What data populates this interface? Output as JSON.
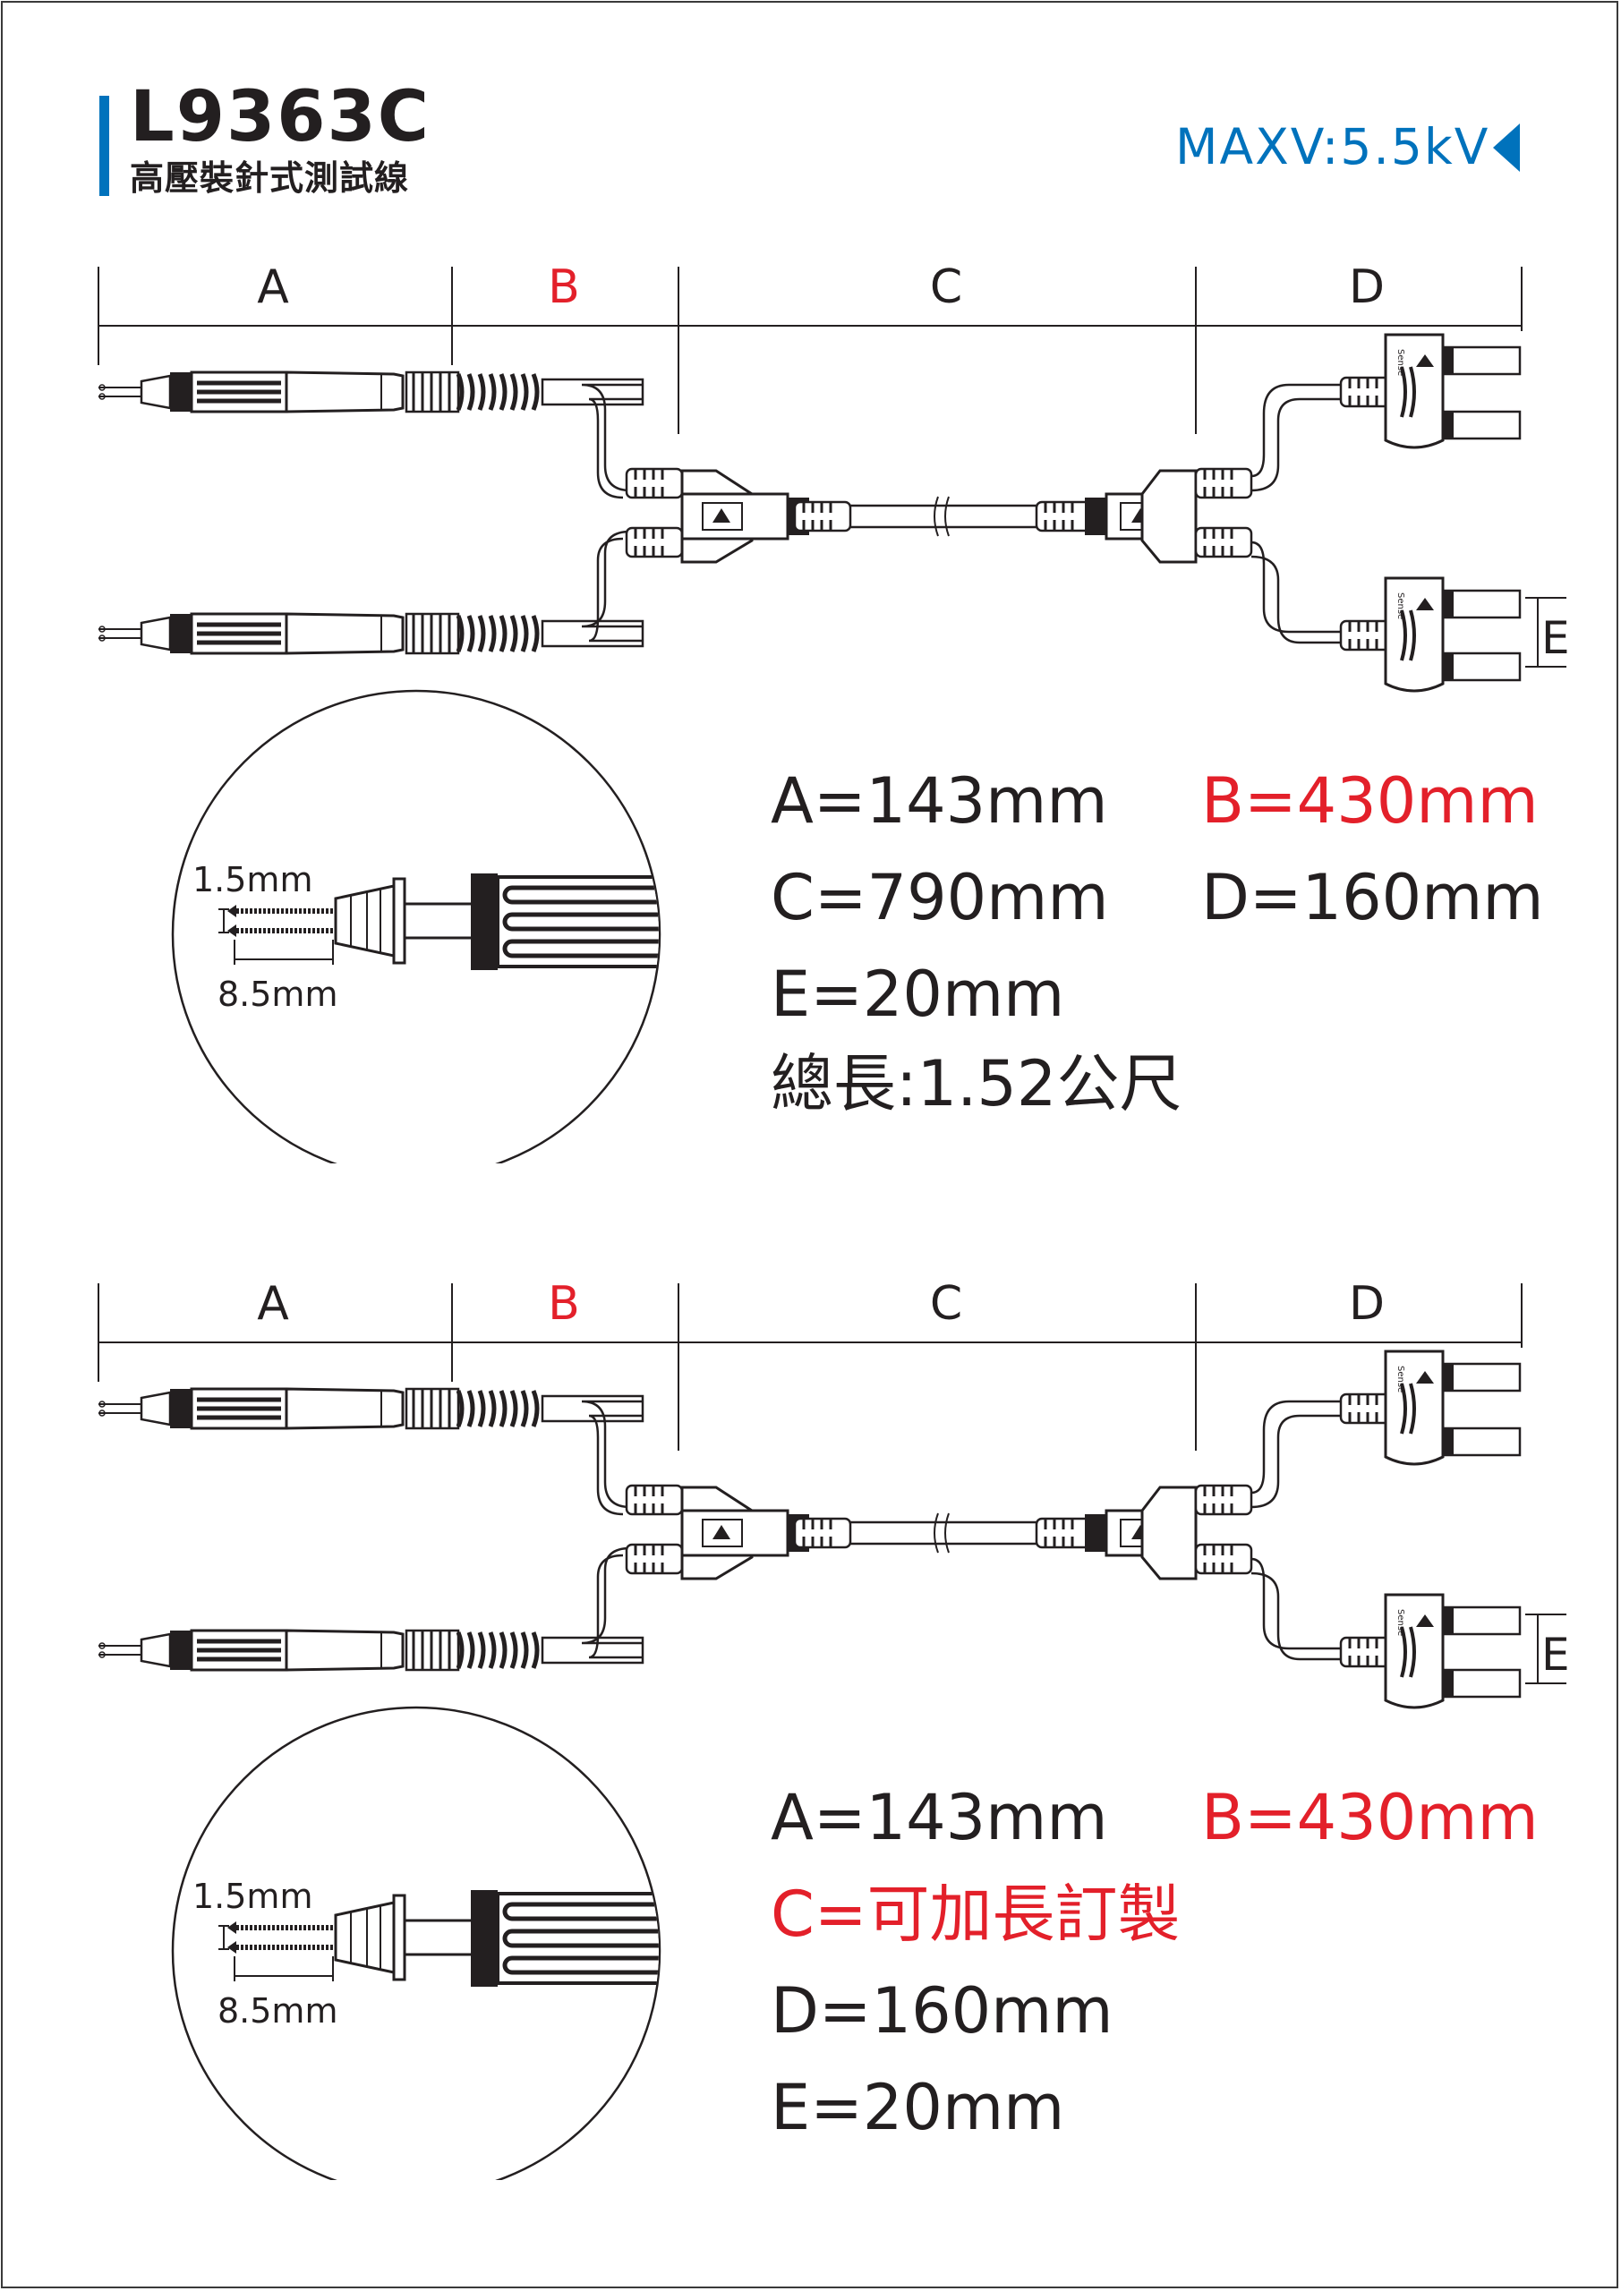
{
  "header": {
    "model": "L9363C",
    "subtitle": "高壓裝針式測試線",
    "max_voltage": "MAXV:5.5kV",
    "max_voltage_icon": "triangle-left-icon",
    "accent_color": "#0072bc"
  },
  "colors": {
    "text": "#231f20",
    "highlight": "#e3202a",
    "accent": "#0072bc"
  },
  "diagram_top": {
    "segments": {
      "a": "A",
      "b": "B",
      "c": "C",
      "d": "D",
      "e": "E"
    },
    "plug_text": "Sense",
    "detail": {
      "pin_gap": "1.5mm",
      "pin_length": "8.5mm"
    },
    "specs": {
      "a": "A=143mm",
      "b": "B=430mm",
      "c": "C=790mm",
      "d": "D=160mm",
      "e": "E=20mm",
      "total": "總長:1.52公尺"
    }
  },
  "diagram_bottom": {
    "segments": {
      "a": "A",
      "b": "B",
      "c": "C",
      "d": "D",
      "e": "E"
    },
    "plug_text": "Sense",
    "detail": {
      "pin_gap": "1.5mm",
      "pin_length": "8.5mm"
    },
    "specs": {
      "a": "A=143mm",
      "b": "B=430mm",
      "c": "C=可加長訂製",
      "d": "D=160mm",
      "e": "E=20mm"
    }
  }
}
